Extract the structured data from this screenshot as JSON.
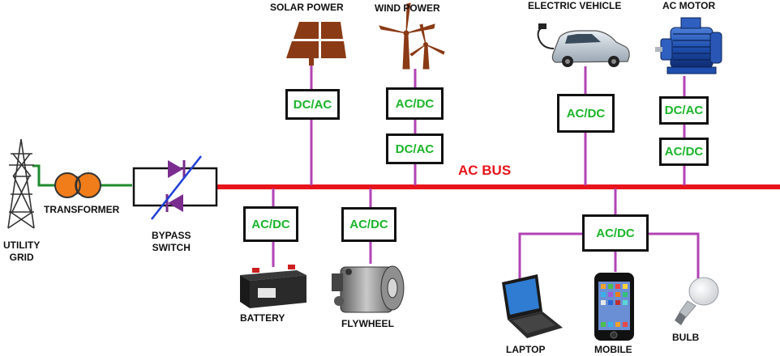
{
  "labels": {
    "solar": "SOLAR POWER",
    "wind": "WIND POWER",
    "ev": "ELECTRIC VEHICLE",
    "motor": "AC MOTOR",
    "grid": "UTILITY\nGRID",
    "transformer": "TRANSFORMER",
    "bypass": "BYPASS\nSWITCH",
    "battery": "BATTERY",
    "flywheel": "FLYWHEEL",
    "laptop": "LAPTOP",
    "mobile": "MOBILE",
    "bulb": "BULB",
    "bus": "AC BUS"
  },
  "converters": {
    "solar": "DC/AC",
    "wind_top": "AC/DC",
    "wind_bottom": "DC/AC",
    "ev": "AC/DC",
    "motor_top": "DC/AC",
    "motor_bottom": "AC/DC",
    "battery": "AC/DC",
    "flywheel": "AC/DC",
    "loads": "AC/DC"
  },
  "icons": {
    "grid": "transmission-tower-icon",
    "transformer": "transformer-icon",
    "bypass": "thyristor-switch-icon",
    "solar": "solar-panel-icon",
    "wind": "wind-turbine-icon",
    "ev": "electric-car-icon",
    "motor": "electric-motor-icon",
    "battery": "battery-icon",
    "flywheel": "flywheel-icon",
    "laptop": "laptop-icon",
    "mobile": "smartphone-icon",
    "bulb": "light-bulb-icon"
  },
  "colors": {
    "bus": "#e8141b",
    "feeder": "#b243b5",
    "grid_line": "#1e8a2e",
    "converter_text": "#1bb52a",
    "transformer": "#f07d1a",
    "solar_panel": "#8a3a14",
    "diode": "#7b2c8f",
    "bypass_slash": "#1f3fd6"
  }
}
